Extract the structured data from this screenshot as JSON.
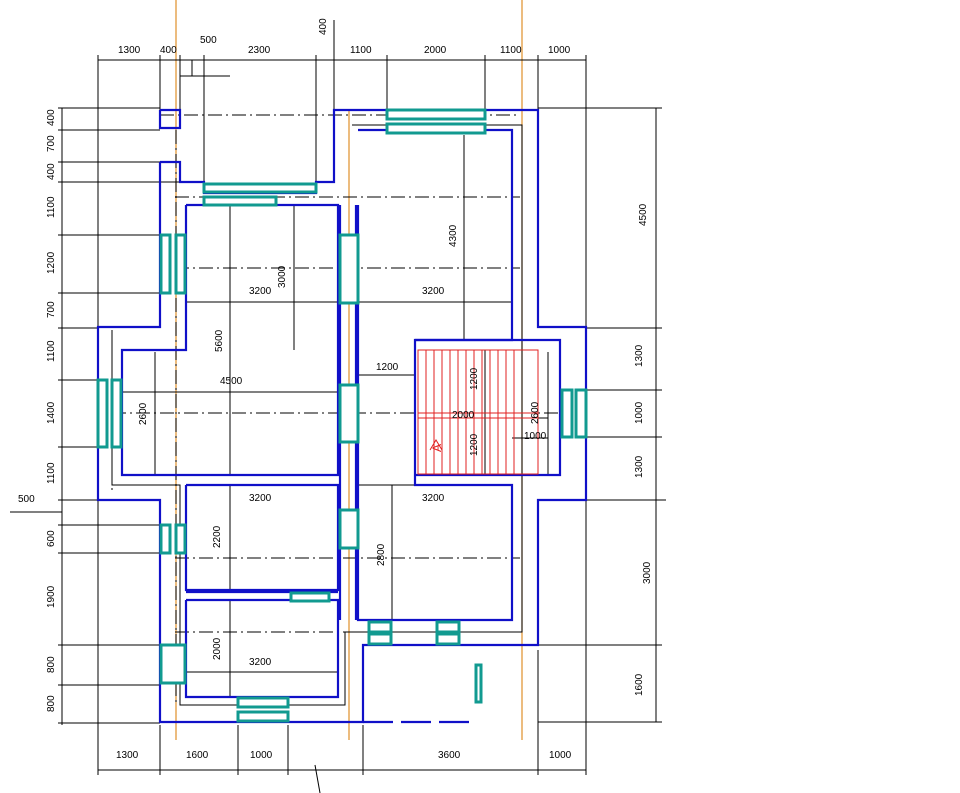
{
  "plan": {
    "top_dims": [
      "1300",
      "400",
      "500",
      "2300",
      "400",
      "1100",
      "2000",
      "1100",
      "1000"
    ],
    "bottom_dims": [
      "1300",
      "1600",
      "1000",
      "3600",
      "1000"
    ],
    "left_dims": [
      "400",
      "700",
      "400",
      "1100",
      "1200",
      "700",
      "1100",
      "1400",
      "1100",
      "500",
      "600",
      "1900",
      "800",
      "800"
    ],
    "right_dims": [
      "4500",
      "1300",
      "1000",
      "1300",
      "3000",
      "1600"
    ],
    "interior_dims": [
      "3200",
      "3200",
      "3000",
      "5600",
      "4300",
      "4500",
      "2600",
      "1200",
      "1200",
      "2000",
      "2600",
      "1200",
      "1000",
      "3200",
      "3200",
      "2200",
      "2800",
      "2000",
      "3200"
    ],
    "section_mark": "A"
  }
}
